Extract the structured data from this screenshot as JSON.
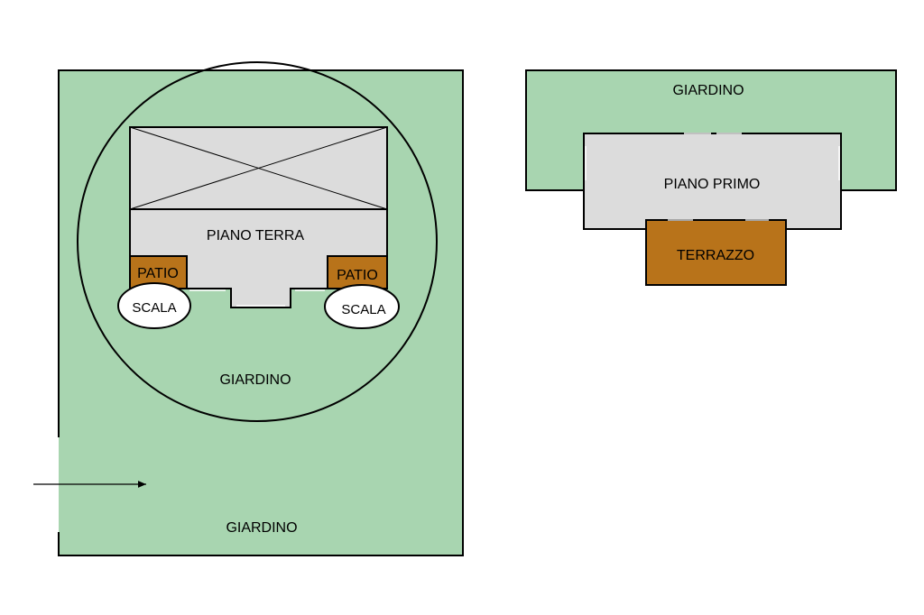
{
  "colors": {
    "garden": "#a8d5b0",
    "floor": "#dcdcdc",
    "patio": "#b8731a",
    "line": "#000000",
    "scala": "#ffffff"
  },
  "ground_floor_plan": {
    "piano_terra_label": "PIANO TERRA",
    "patio_left_label": "PATIO",
    "patio_right_label": "PATIO",
    "scala_left_label": "SCALA",
    "scala_right_label": "SCALA",
    "giardino_inner_label": "GIARDINO",
    "giardino_outer_label": "GIARDINO",
    "entrance_arrow_icon": "arrow-right-icon"
  },
  "first_floor_plan": {
    "giardino_label": "GIARDINO",
    "piano_primo_label": "PIANO PRIMO",
    "terrazzo_label": "TERRAZZO"
  }
}
